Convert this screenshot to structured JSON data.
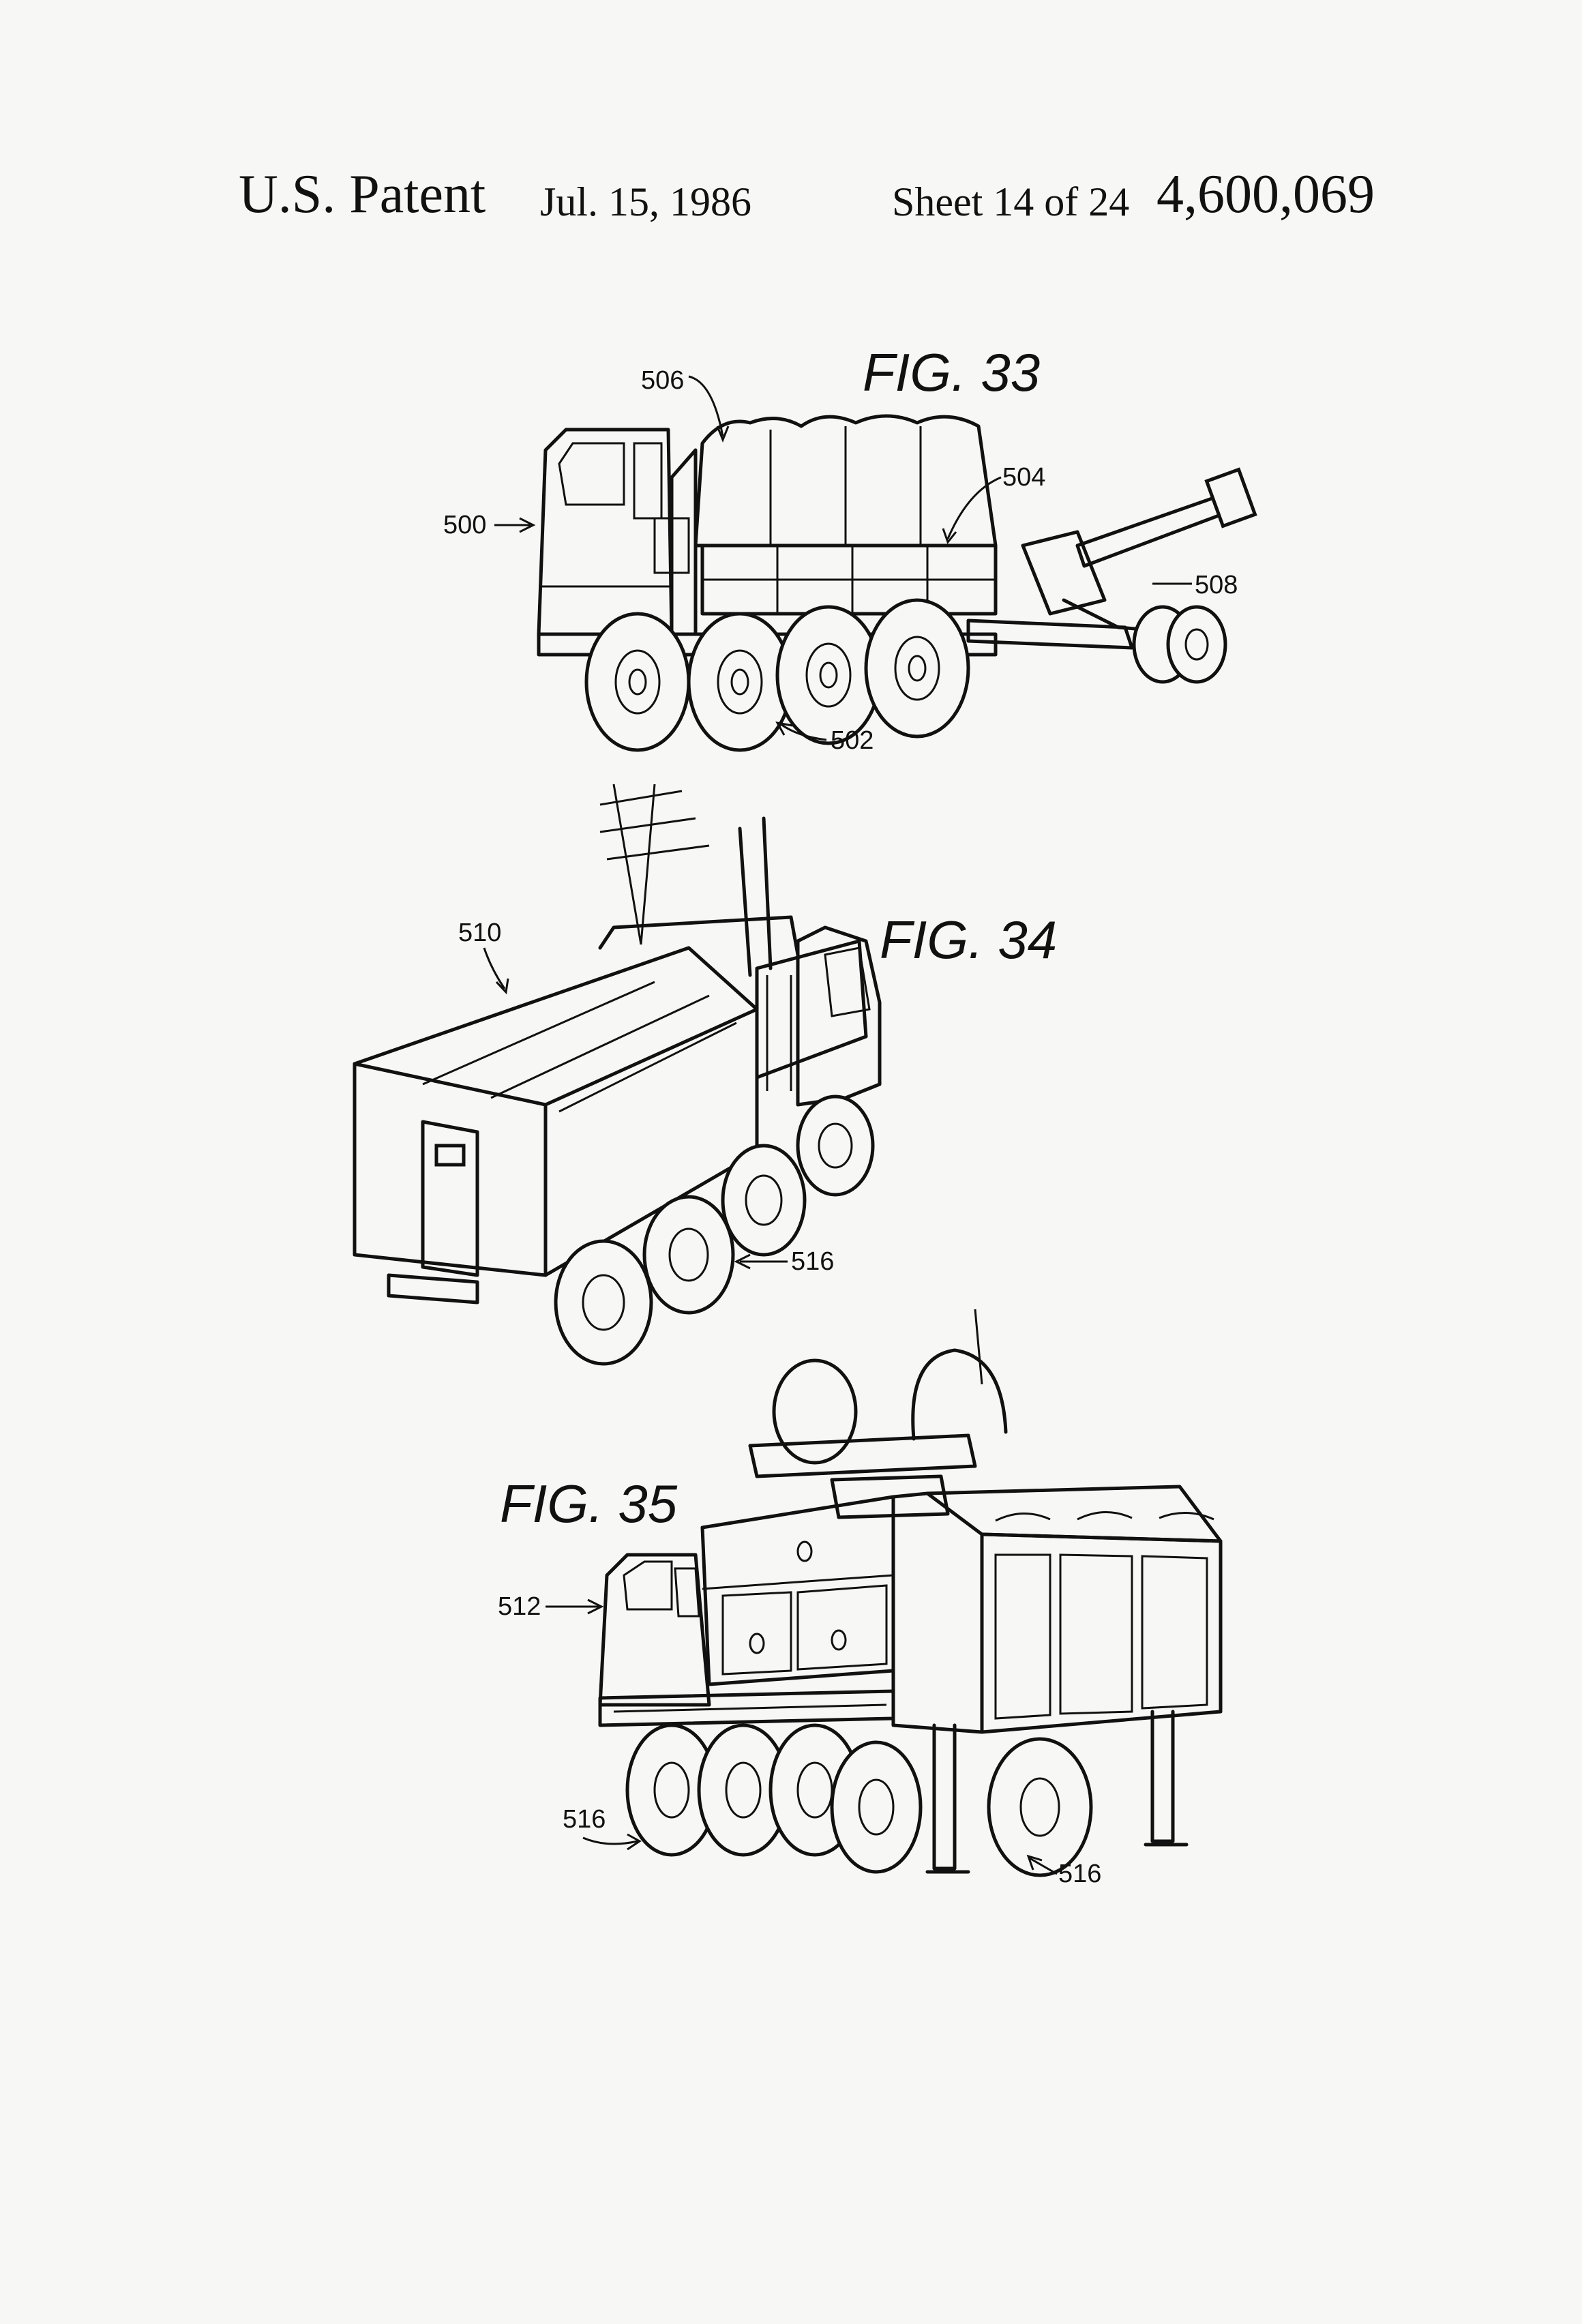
{
  "header": {
    "patent_label": "U.S. Patent",
    "date": "Jul. 15, 1986",
    "sheet": "Sheet 14 of 24",
    "patent_number": "4,600,069"
  },
  "figures": [
    {
      "label": "FIG. 33",
      "refs": {
        "cab": "500",
        "wheels": "502",
        "cargo_frame": "504",
        "canopy": "506",
        "gun": "508"
      }
    },
    {
      "label": "FIG. 34",
      "refs": {
        "shelter": "510",
        "wheels": "516"
      }
    },
    {
      "label": "FIG. 35",
      "refs": {
        "cab": "512",
        "wheels_front": "516",
        "wheels_rear": "516"
      }
    }
  ]
}
